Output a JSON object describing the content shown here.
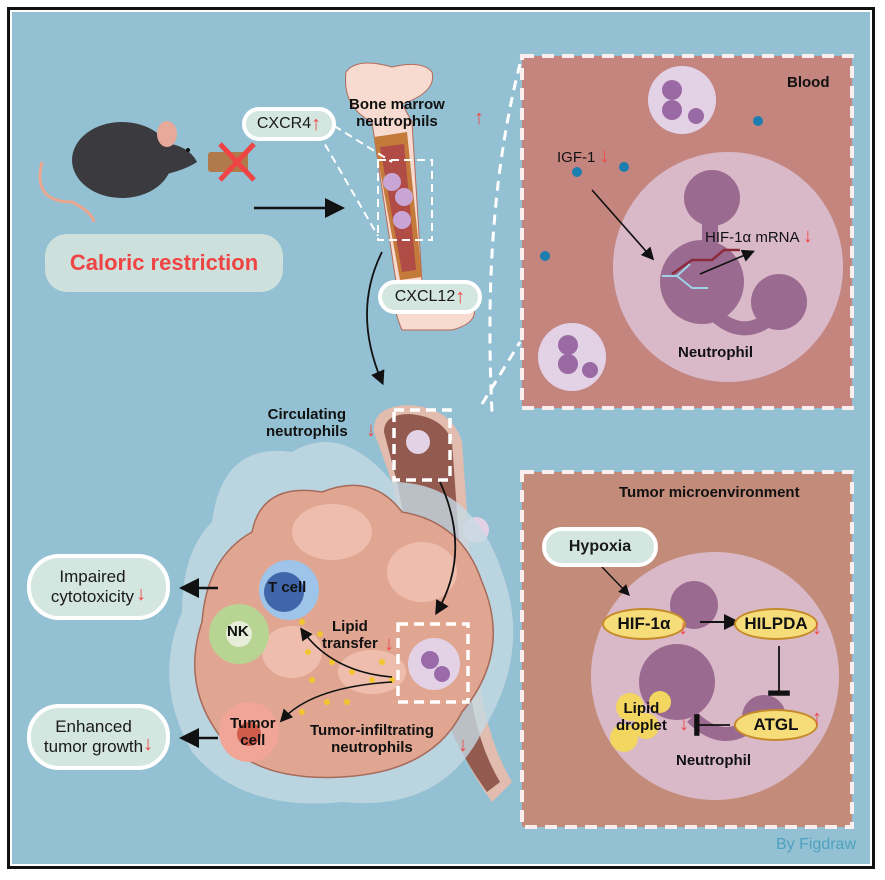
{
  "figure": {
    "caption_watermark": "By Figdraw",
    "colors": {
      "background": "#93c0d2",
      "increase_arrow": "#f04848",
      "decrease_arrow": "#f04848",
      "intervention_text": "#ef4444",
      "pill_fill": "#d3e6df",
      "blood_panel": "#c4857f",
      "tumor_panel": "#c38c7a",
      "lipid_ellipse": "#f6dd7a"
    }
  },
  "intervention": {
    "label": "Caloric restriction",
    "food_crossed_icon": "food-crossed-out",
    "subject_icon": "mouse"
  },
  "bone_marrow": {
    "label_line1": "Bone marrow",
    "label_line2": "neutrophils",
    "trend": "up",
    "markers": [
      {
        "label": "CXCR4",
        "trend": "up"
      },
      {
        "label": "CXCL12",
        "trend": "up"
      }
    ]
  },
  "blood_panel": {
    "title": "Blood",
    "factor": {
      "label": "IGF-1",
      "trend": "down"
    },
    "target": {
      "label": "HIF-1α mRNA",
      "trend": "down"
    },
    "cell_label": "Neutrophil"
  },
  "circulation": {
    "label_line1": "Circulating",
    "label_line2": "neutrophils",
    "trend": "down"
  },
  "tumor": {
    "infiltrating_line1": "Tumor-infiltrating",
    "infiltrating_line2": "neutrophils",
    "infiltrating_trend": "down",
    "lipid_transfer_line1": "Lipid",
    "lipid_transfer_line2": "transfer",
    "lipid_transfer_trend": "down",
    "cells": [
      {
        "label": "T cell"
      },
      {
        "label": "NK"
      },
      {
        "label_line1": "Tumor",
        "label_line2": "cell"
      }
    ],
    "outcomes": [
      {
        "line1": "Impaired",
        "line2": "cytotoxicity",
        "trend": "down"
      },
      {
        "line1": "Enhanced",
        "line2": "tumor growth",
        "trend": "down"
      }
    ]
  },
  "tme_panel": {
    "title": "Tumor microenvironment",
    "stimulus": "Hypoxia",
    "nodes": [
      {
        "label": "HIF-1α",
        "trend": "down"
      },
      {
        "label": "HILPDA",
        "trend": "down"
      },
      {
        "label": "ATGL",
        "trend": "up"
      }
    ],
    "lipid_line1": "Lipid",
    "lipid_line2": "droplet",
    "lipid_trend": "down",
    "cell_label": "Neutrophil"
  },
  "trend_glyphs": {
    "up": "↑",
    "down": "↓"
  }
}
